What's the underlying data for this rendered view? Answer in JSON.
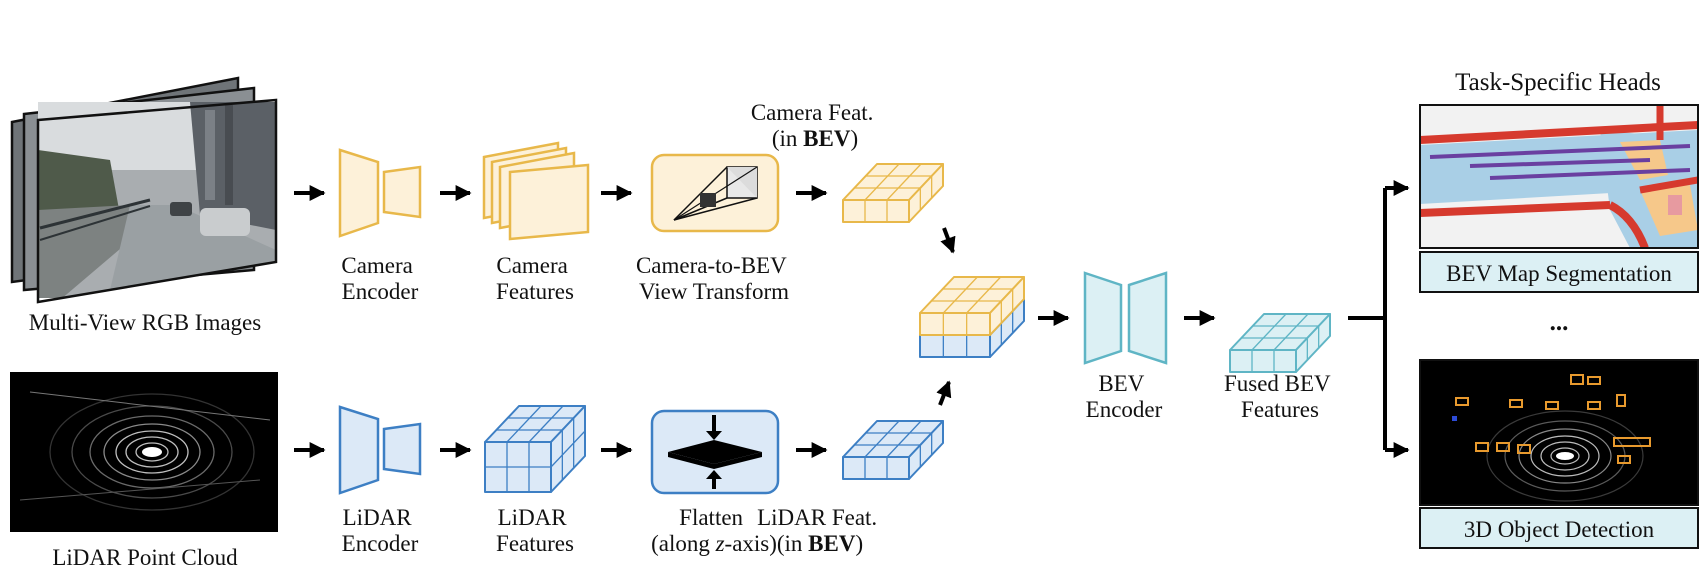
{
  "inputs": {
    "camera_label": "Multi-View RGB Images",
    "lidar_label": "LiDAR Point Cloud"
  },
  "camera_branch": {
    "encoder": [
      "Camera",
      "Encoder"
    ],
    "features": [
      "Camera",
      "Features"
    ],
    "transform": [
      "Camera-to-BEV",
      "View Transform"
    ],
    "bev_feat_line1": "Camera Feat.",
    "bev_feat_open": "(in ",
    "bev_feat_bold": "BEV",
    "bev_feat_close": ")"
  },
  "lidar_branch": {
    "encoder": [
      "LiDAR",
      "Encoder"
    ],
    "features": [
      "LiDAR",
      "Features"
    ],
    "flatten_line1": "Flatten",
    "flatten_open": "(along ",
    "flatten_axis": "z",
    "flatten_close": "-axis)",
    "bev_feat_line1": "LiDAR Feat.",
    "bev_feat_open": "(in ",
    "bev_feat_bold": "BEV",
    "bev_feat_close": ")"
  },
  "fusion": {
    "encoder": [
      "BEV",
      "Encoder"
    ],
    "fused": [
      "Fused BEV",
      "Features"
    ]
  },
  "heads": {
    "title": "Task-Specific Heads",
    "ellipsis": "...",
    "segmentation": "BEV Map Segmentation",
    "detection": "3D Object Detection"
  },
  "colors": {
    "camera_stroke": "#e8b84a",
    "camera_fill": "#fdf1d9",
    "lidar_stroke": "#3d7fc4",
    "lidar_fill": "#dce9f7",
    "bev_stroke": "#5fb5c5",
    "bev_fill": "#dcf0f4",
    "head_label_fill": "#dcf0f4"
  }
}
